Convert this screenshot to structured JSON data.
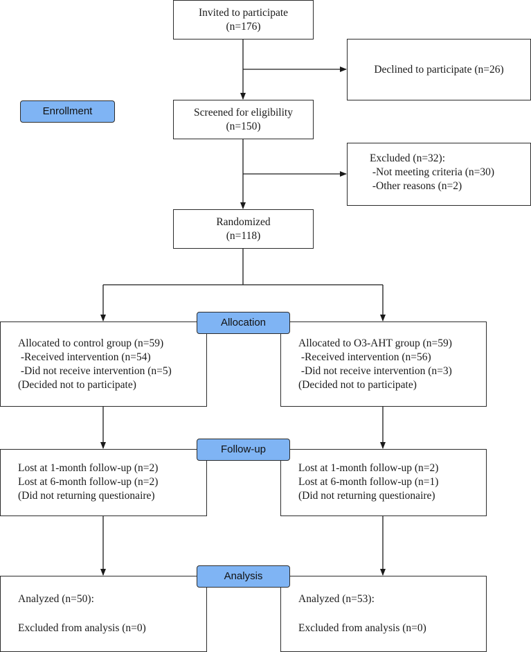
{
  "stages": {
    "enrollment": "Enrollment",
    "allocation": "Allocation",
    "followup": "Follow-up",
    "analysis": "Analysis"
  },
  "invited": {
    "line1": "Invited to participate",
    "line2": "(n=176)"
  },
  "declined": {
    "text": "Declined to participate (n=26)"
  },
  "screened": {
    "line1": "Screened for eligibility",
    "line2": "(n=150)"
  },
  "excluded": {
    "line1": "Excluded (n=32):",
    "line2": " -Not meeting criteria (n=30)",
    "line3": " -Other reasons (n=2)"
  },
  "randomized": {
    "line1": "Randomized",
    "line2": "(n=118)"
  },
  "control_alloc": {
    "line1": "Allocated to control group (n=59)",
    "line2": " -Received intervention (n=54)",
    "line3": " -Did not receive intervention (n=5)",
    "line4": "(Decided not to participate)"
  },
  "o3_alloc": {
    "line1": "Allocated to O3-AHT group (n=59)",
    "line2": " -Received intervention (n=56)",
    "line3": " -Did not receive intervention (n=3)",
    "line4": "(Decided not to participate)"
  },
  "control_followup": {
    "line1": "Lost at 1-month follow-up (n=2)",
    "line2": "Lost at 6-month follow-up (n=2)",
    "line3": "(Did not returning questionaire)"
  },
  "o3_followup": {
    "line1": "Lost at 1-month follow-up (n=2)",
    "line2": "Lost at 6-month follow-up (n=1)",
    "line3": "(Did not returning questionaire)"
  },
  "control_analysis": {
    "line1": "Analyzed (n=50):",
    "line2": "Excluded from analysis (n=0)"
  },
  "o3_analysis": {
    "line1": "Analyzed (n=53):",
    "line2": "Excluded from analysis (n=0)"
  }
}
